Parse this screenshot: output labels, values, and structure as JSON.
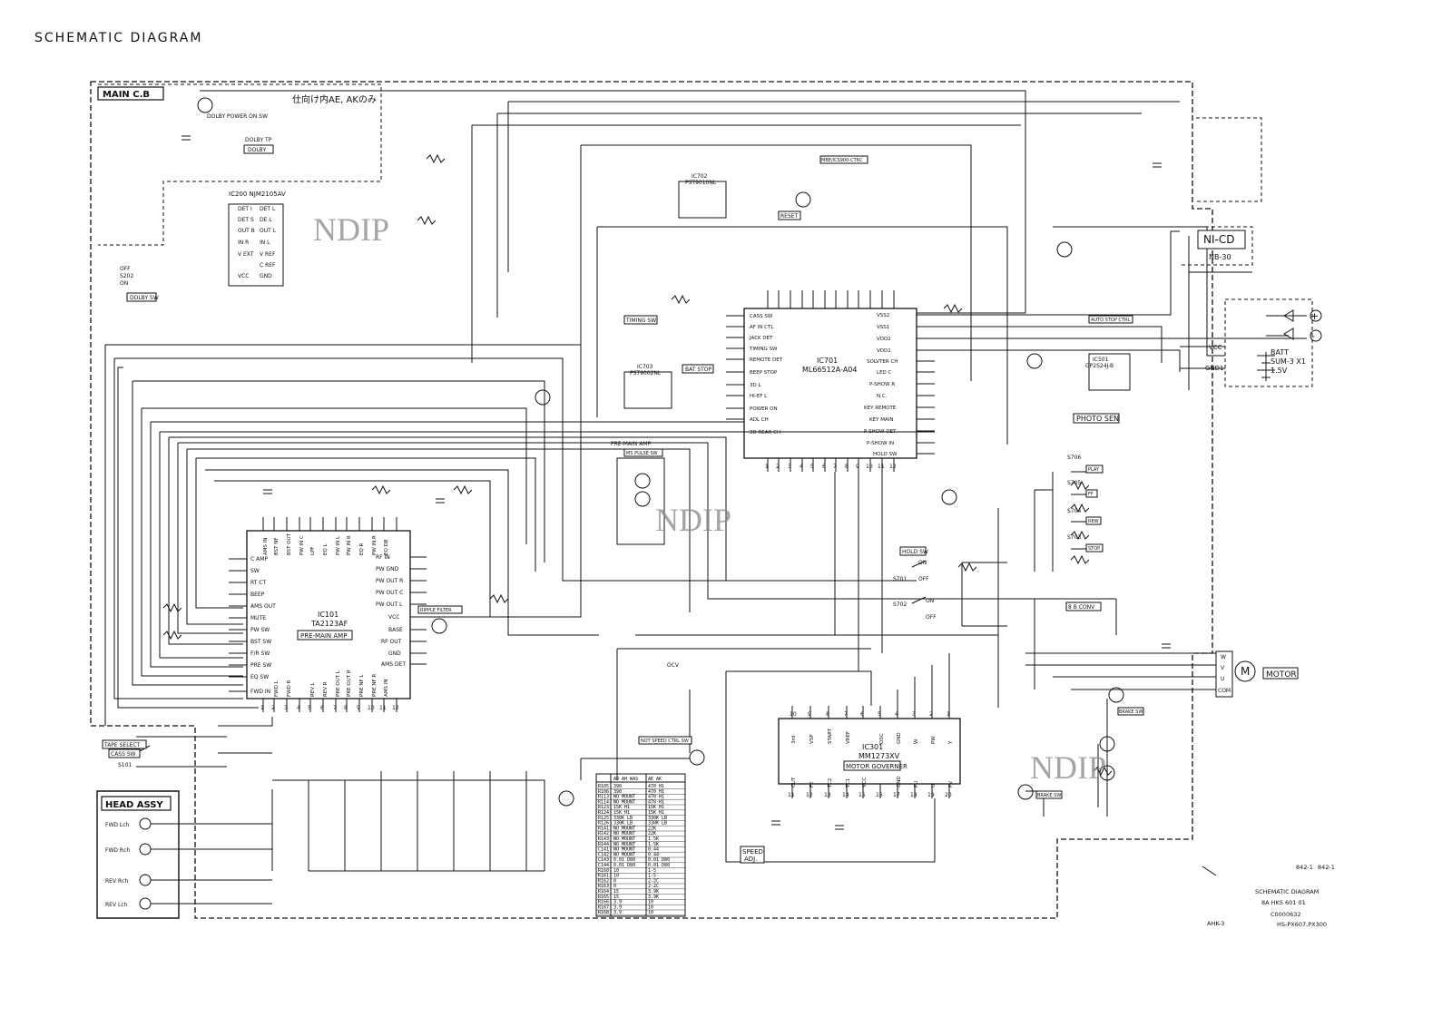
{
  "page": {
    "title": "SCHEMATIC  DIAGRAM"
  },
  "boards": {
    "main": "MAIN C.B",
    "head_assy": "HEAD ASSY",
    "photo_sen": "PHOTO SEN",
    "nicd": "NI-CD",
    "nicd_sub": "NB-30",
    "motor": "MOTOR",
    "batt": [
      "BATT",
      "SUM-3 X1",
      "1.5V"
    ],
    "jp_note": "仕向け内AE, AKのみ",
    "vcc": "VCC",
    "gnd": "GND1"
  },
  "ics": {
    "ic200": {
      "ref": "IC200 NJM2105AV",
      "pins_left": [
        "DET I",
        "DET S",
        "OUT B",
        "IN R",
        "V EXT",
        "VCC"
      ],
      "pins_right": [
        "DET L",
        "DE L",
        "OUT L",
        "IN L",
        "V REF",
        "C REF",
        "GND"
      ]
    },
    "ic701": {
      "ref": "IC701",
      "part": "ML66512A-A04",
      "pins_left": [
        "CASS SW",
        "AF IN CTL",
        "JACK DET",
        "TIMING SW",
        "REMOTE DET",
        "BEEP STOP",
        "3D L",
        "HI-EF L",
        "POWER ON",
        "ADL CH",
        "3D REAR CH"
      ],
      "pins_right": [
        "VSS2",
        "VSS1",
        "VDD2",
        "VDD1",
        "SOLVTER CH",
        "LED C",
        "P-SHOW R",
        "N.C.",
        "KEY REMOTE",
        "KEY MAIN",
        "P-SHOW DET",
        "P-SHOW IN",
        "HOLD SW"
      ],
      "pins_bottom": [
        "1",
        "2",
        "3",
        "4",
        "5",
        "6",
        "7",
        "8",
        "9",
        "10",
        "11",
        "12"
      ]
    },
    "ic101": {
      "ref": "IC101",
      "part": "TA2123AF",
      "label": "PRE-MAIN AMP",
      "pins_left": [
        "C AMP",
        "SW",
        "RT CT",
        "BEEP",
        "AMS OUT",
        "MUTE",
        "PW SW",
        "BST SW",
        "F/R SW",
        "PRE SW",
        "EQ SW",
        "FWD IN"
      ],
      "pins_right": [
        "RF IN",
        "PW GND",
        "PW OUT R",
        "PW OUT C",
        "PW OUT L",
        "VCC",
        "BASE",
        "RF OUT",
        "GND",
        "AMS DET"
      ],
      "pins_top": [
        "AMS IN",
        "BST NF",
        "BST OUT",
        "PW IN C",
        "LPF",
        "EQ L",
        "PW IN L",
        "PW IN R",
        "EQ R",
        "PW IN R",
        "EQ DB"
      ],
      "pins_bottom": [
        "FWD L",
        "FWD R",
        "REV L",
        "REV R",
        "PRE OUT L",
        "PRE OUT R",
        "PRE NF L",
        "PRE NF R",
        "AMS IN"
      ],
      "num_bottom": [
        "1",
        "2",
        "3",
        "4",
        "5",
        "6",
        "7",
        "8",
        "9",
        "10",
        "11",
        "12"
      ]
    },
    "ic301": {
      "ref": "IC301",
      "part": "MM1273XV",
      "label": "MOTOR GOVERNER",
      "pins_top": [
        "3rd",
        "VSP",
        "START",
        "VREF",
        "OSC",
        "GND",
        "W",
        "PW",
        "Y"
      ],
      "num_top": [
        "10",
        "9",
        "8",
        "7",
        "6",
        "5",
        "4",
        "3",
        "2",
        "1"
      ],
      "pins_bottom": [
        "CUT",
        "FE",
        "TC2",
        "TC1",
        "VCC",
        "GND",
        "PU",
        "U",
        "PV"
      ],
      "num_bottom": [
        "11",
        "12",
        "13",
        "14",
        "15",
        "16",
        "17",
        "18",
        "19",
        "20"
      ]
    },
    "ic702": {
      "ref": "IC702",
      "part": "PST9010NL"
    },
    "ic703": {
      "ref": "IC703",
      "part": "PST9002NL"
    },
    "ic501": {
      "ref": "IC501",
      "part": "GP2S24J-B"
    }
  },
  "labels": {
    "dolby": "DOLBY",
    "dolby_sw": "DOLBY SW",
    "dolby_tp": "DOLBY TP",
    "dolby_on": "DOLBY POWER ON SW",
    "s202": [
      "OFF",
      "S202",
      "ON"
    ],
    "timing_sw": "TIMING SW",
    "bat_stop": "BAT STOP",
    "reset": "RESET",
    "mbe_ic": "MBE/ICS900-CT6C",
    "auto_stop": "AUTO STOP CTRL",
    "pre_main": "PRE-MAIN AMP",
    "ms_pulse": "MS PULSE SW",
    "ripple": "RIPPLE FILTER",
    "tape_select": "TAPE SELECT",
    "cass_sw": "CASS SW",
    "s101": "S101",
    "hold_sw": "HOLD SW",
    "s701": "S701",
    "s702": "S702",
    "on": "ON",
    "off": "OFF",
    "b8": "8 B CONV",
    "speed": [
      "SPEED",
      "ADJ."
    ],
    "brake_sw": "BRAKE SW",
    "brake_sw2": "BRAKE SW",
    "not_speed": "NOT SPEED CTRL SW",
    "ocv": "OCV",
    "play": "PLAY",
    "ff": "FF",
    "rew": "REW",
    "stop": "STOP",
    "s_keys": [
      "S706",
      "S705",
      "S704",
      "S703"
    ],
    "head": [
      "FWD Lch",
      "FWD Rch",
      "REV Rch",
      "REV Lch"
    ],
    "wvu": [
      "W",
      "V",
      "U",
      "COM"
    ],
    "watermark": "NDIP"
  },
  "title_block": {
    "line1": "SCHEMATIC DIAGRAM",
    "line2": "8A  HKS  601  01",
    "line3": "C0000632",
    "line4": "HS-PX607,PX300",
    "left": "AHK-3",
    "rev": [
      "842-1",
      "842-1"
    ]
  },
  "table": {
    "headers": [
      "",
      "AD AH WAS",
      "AE AK"
    ],
    "rows": [
      [
        "R105",
        "390",
        "470 H1"
      ],
      [
        "R106",
        "390",
        "470 H1"
      ],
      [
        "R113",
        "NO MOUNT",
        "470 H1"
      ],
      [
        "R114",
        "NO MOUNT",
        "470 H1"
      ],
      [
        "R123",
        "15K H1",
        "15K H1"
      ],
      [
        "R124",
        "15K H1",
        "15K H1"
      ],
      [
        "R125",
        "330K LB",
        "330K LB"
      ],
      [
        "R126",
        "330K LB",
        "330K LB"
      ],
      [
        "R141",
        "NO MOUNT",
        "22K"
      ],
      [
        "R142",
        "NO MOUNT",
        "22K"
      ],
      [
        "R143",
        "NO MOUNT",
        "1.5K"
      ],
      [
        "R144",
        "NO MOUNT",
        "1.5K"
      ],
      [
        "C141",
        "NO MOUNT",
        "0.44"
      ],
      [
        "C142",
        "NO MOUNT",
        "0.44"
      ],
      [
        "C143",
        "0.01 D80",
        "0.01 D80"
      ],
      [
        "C144",
        "0.01 D80",
        "0.01 D80"
      ],
      [
        "R160",
        "10",
        "1-5"
      ],
      [
        "R161",
        "10",
        "1-5"
      ],
      [
        "R162",
        "0",
        "2-2C"
      ],
      [
        "R163",
        "0",
        "2-2C"
      ],
      [
        "R164",
        "15",
        "3.9K"
      ],
      [
        "R165",
        "15",
        "3.9K"
      ],
      [
        "R166",
        "3.9",
        "10"
      ],
      [
        "R167",
        "3.9",
        "10"
      ],
      [
        "R168",
        "3.9",
        "10"
      ]
    ]
  }
}
